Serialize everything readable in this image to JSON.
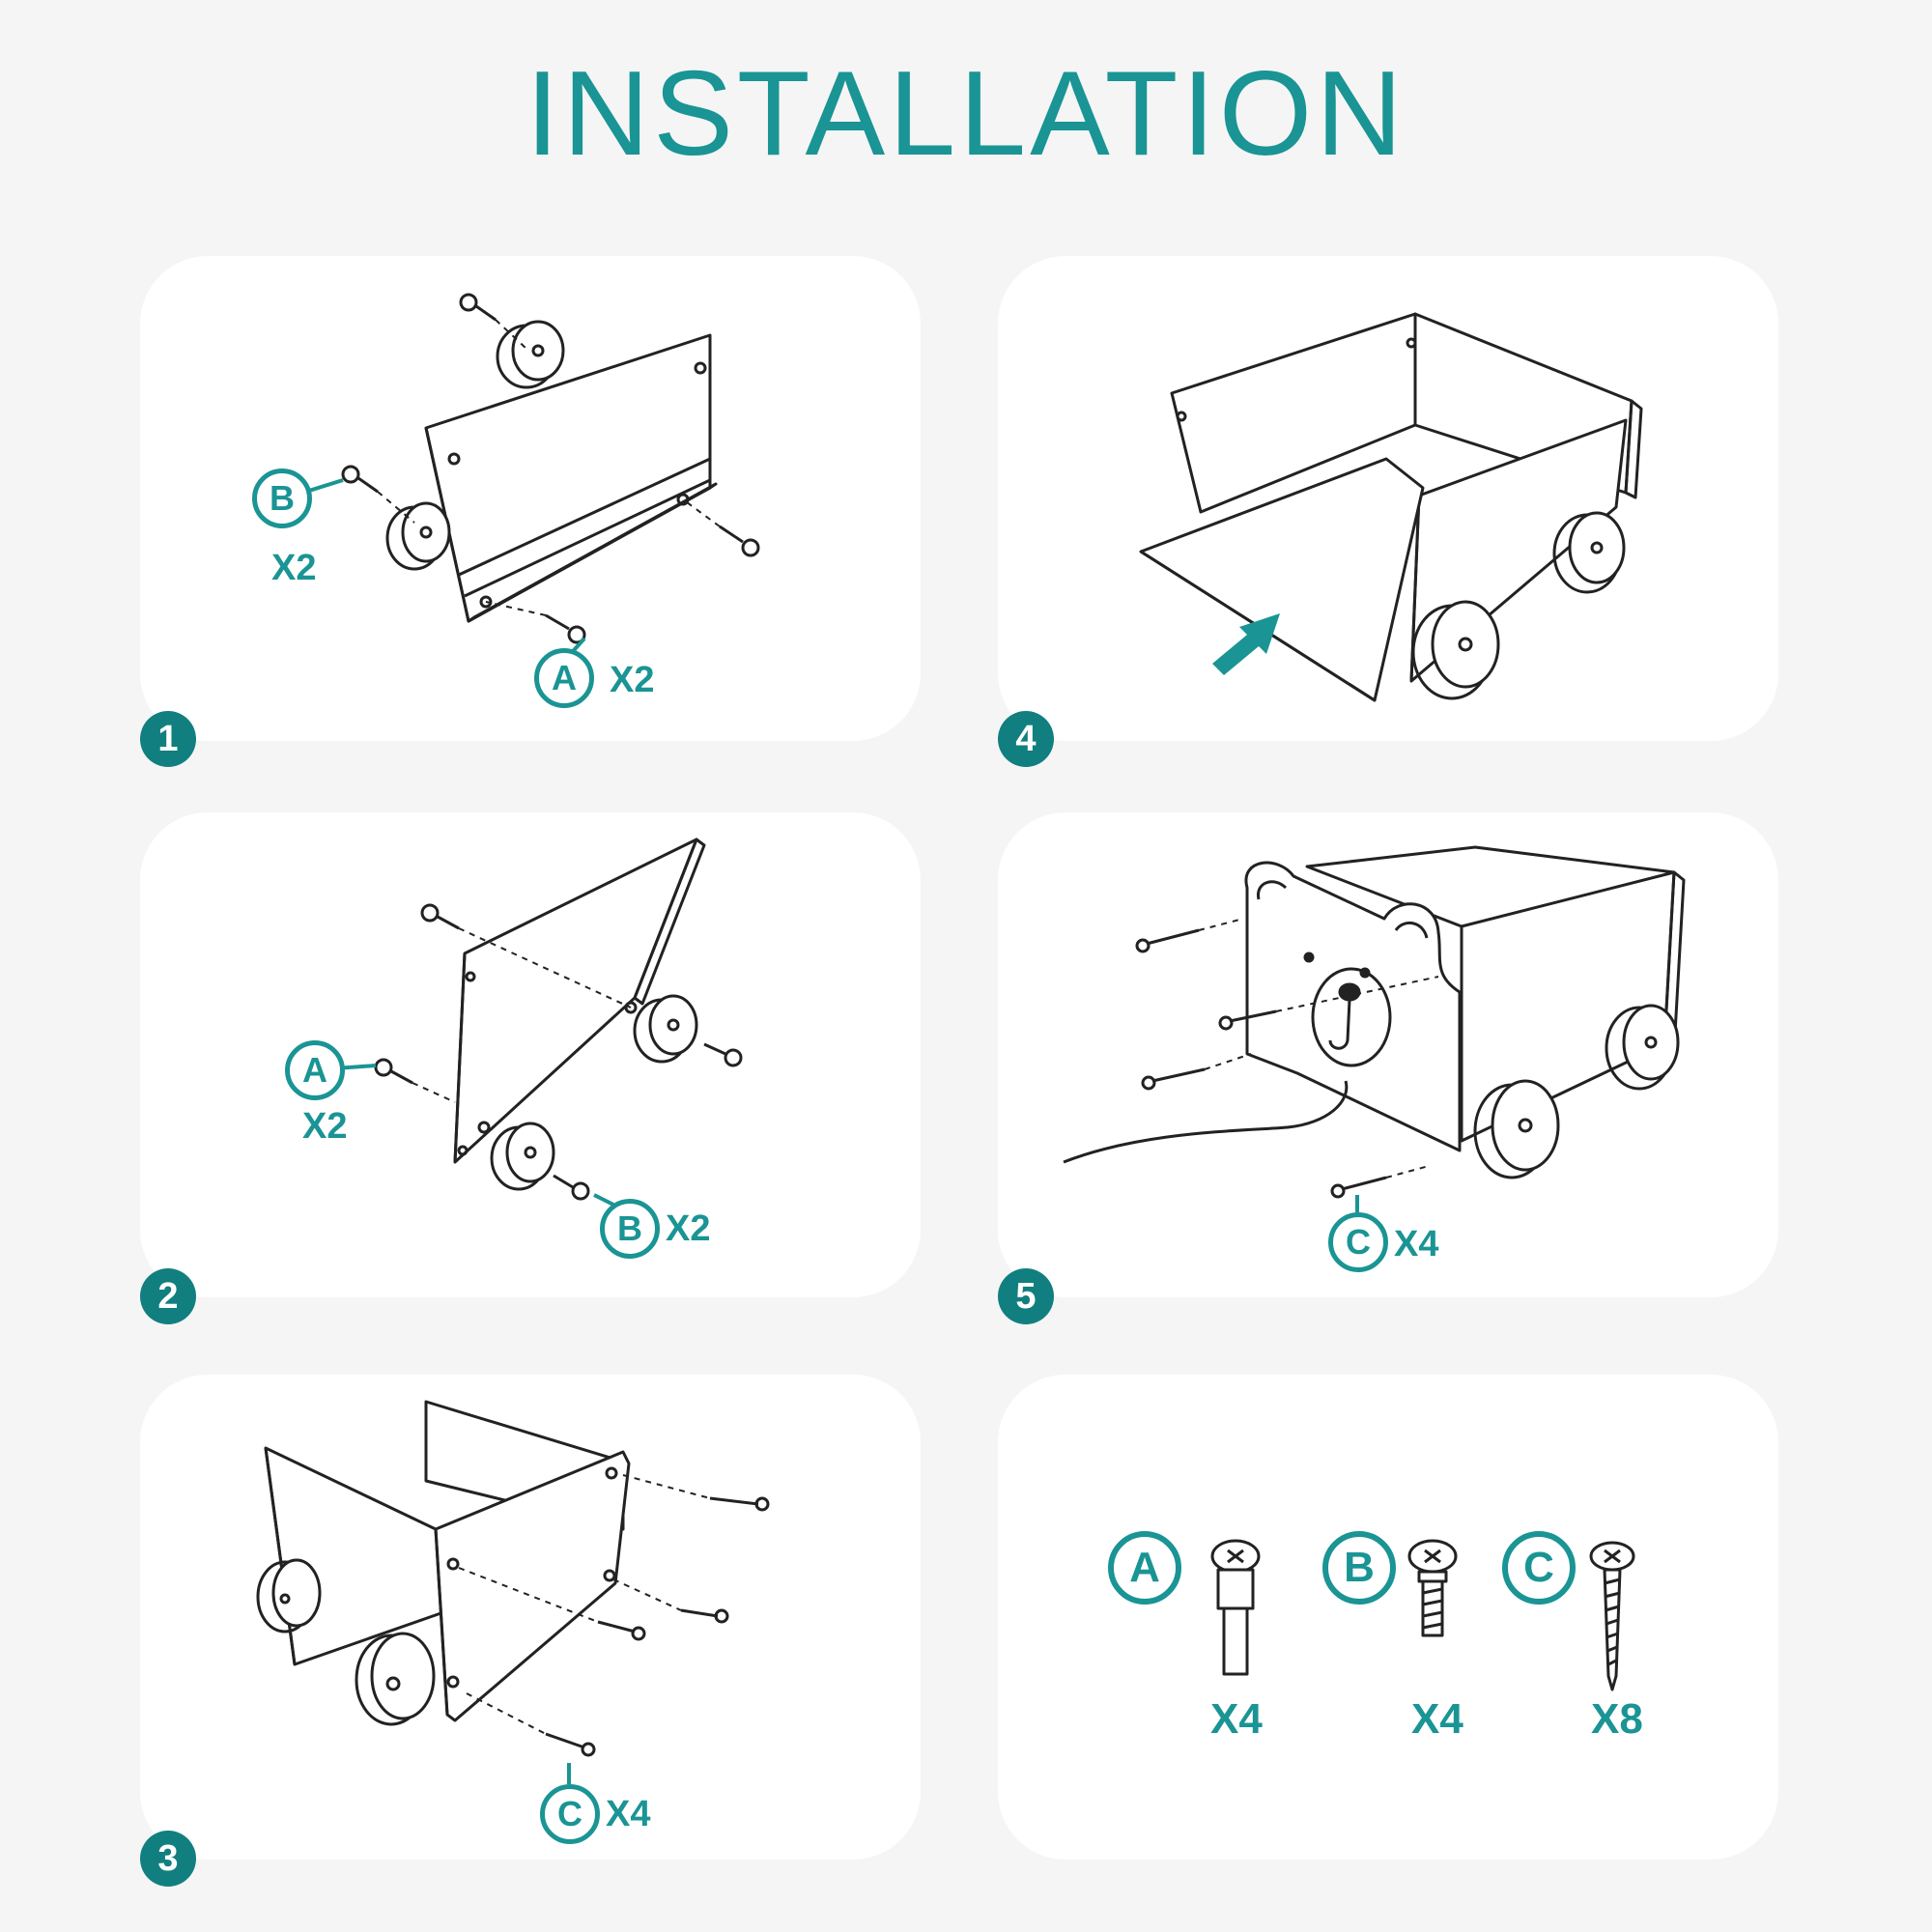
{
  "title": "INSTALLATION",
  "colors": {
    "accent": "#1a9494",
    "badge": "#117f7f",
    "panel": "#ffffff",
    "background": "#f5f5f5",
    "line": "#222222"
  },
  "steps": [
    {
      "number": "1",
      "callouts": [
        {
          "letter": "B",
          "qty": "X2"
        },
        {
          "letter": "A",
          "qty": "X2"
        }
      ]
    },
    {
      "number": "2",
      "callouts": [
        {
          "letter": "A",
          "qty": "X2"
        },
        {
          "letter": "B",
          "qty": "X2"
        }
      ]
    },
    {
      "number": "3",
      "callouts": [
        {
          "letter": "C",
          "qty": "X4"
        }
      ]
    },
    {
      "number": "4",
      "callouts": []
    },
    {
      "number": "5",
      "callouts": [
        {
          "letter": "C",
          "qty": "X4"
        }
      ]
    }
  ],
  "parts": [
    {
      "letter": "A",
      "qty": "X4"
    },
    {
      "letter": "B",
      "qty": "X4"
    },
    {
      "letter": "C",
      "qty": "X8"
    }
  ]
}
